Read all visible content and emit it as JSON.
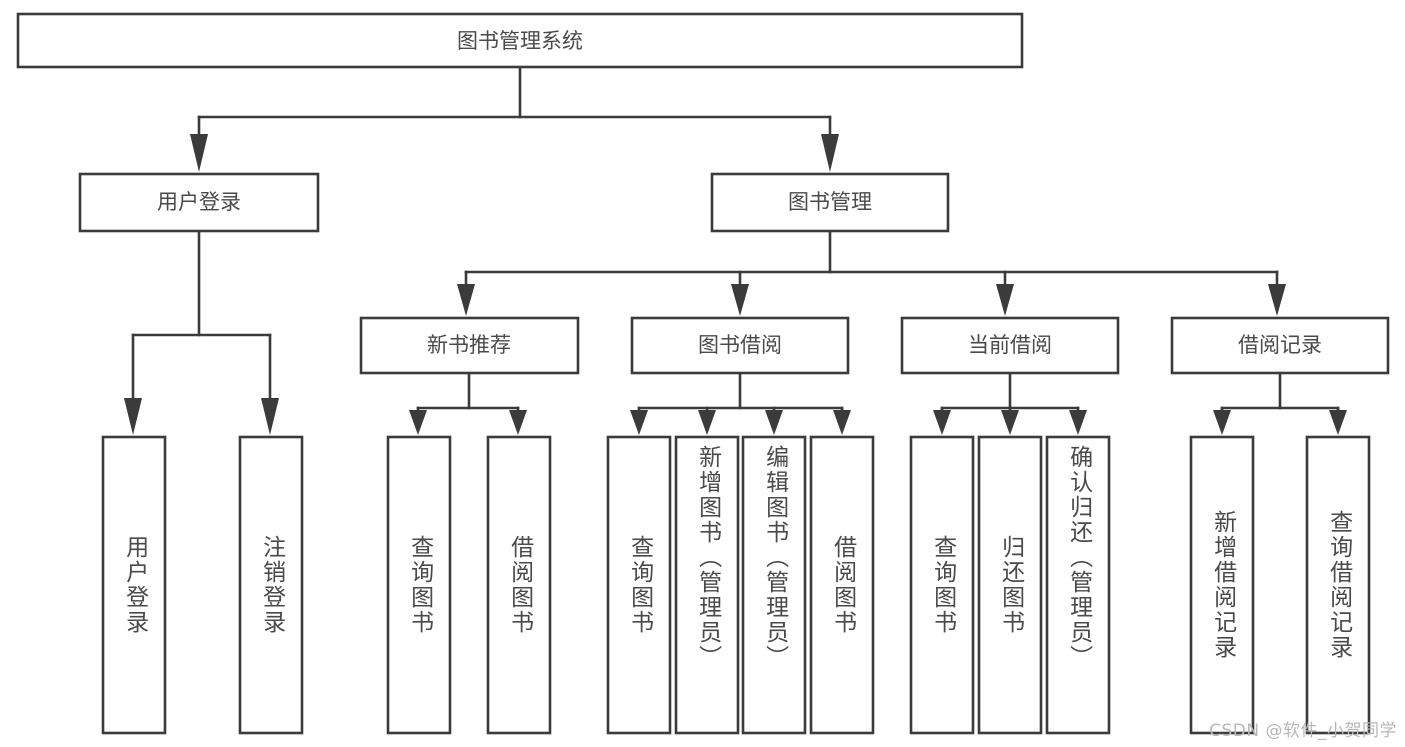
{
  "diagram": {
    "type": "hierarchy-tree",
    "title": "图书管理系统",
    "orientation": "top-down",
    "colors": {
      "box_fill": "#ffffff",
      "box_stroke": "#3b3b3b",
      "text": "#4a4a4a",
      "background": "#ffffff",
      "watermark": "#b8b8b8"
    },
    "root": {
      "label": "图书管理系统"
    },
    "level1": [
      {
        "label": "用户登录"
      },
      {
        "label": "图书管理"
      }
    ],
    "level2": [
      {
        "label": "新书推荐"
      },
      {
        "label": "图书借阅"
      },
      {
        "label": "当前借阅"
      },
      {
        "label": "借阅记录"
      }
    ],
    "leaves": {
      "user_login": [
        {
          "label": "用户登录"
        },
        {
          "label": "注销登录"
        }
      ],
      "new_book_recommend": [
        {
          "label": "查询图书"
        },
        {
          "label": "借阅图书"
        }
      ],
      "book_borrow": [
        {
          "label": "查询图书"
        },
        {
          "label": "新增图书（管理员）"
        },
        {
          "label": "编辑图书（管理员）"
        },
        {
          "label": "借阅图书"
        }
      ],
      "current_borrow": [
        {
          "label": "查询图书"
        },
        {
          "label": "归还图书"
        },
        {
          "label": "确认归还（管理员）"
        }
      ],
      "borrow_record": [
        {
          "label": "新增借阅记录"
        },
        {
          "label": "查询借阅记录"
        }
      ]
    }
  },
  "watermark": {
    "text": "CSDN @软件_小贺同学"
  }
}
